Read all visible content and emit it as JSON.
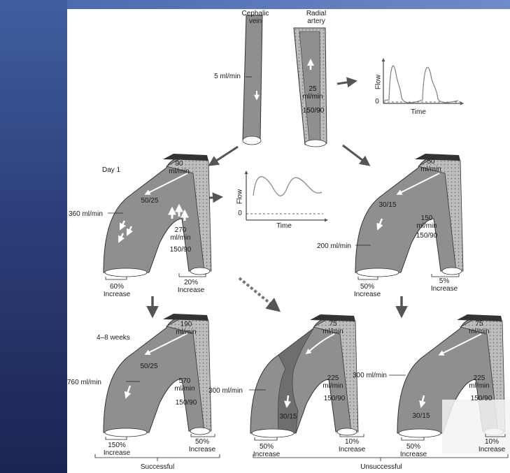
{
  "colors": {
    "vessel": "#8f8f8f",
    "vessel_dark": "#6e6e6e",
    "wall": "#bdbdbd",
    "arrow": "#555555",
    "sidebar": "#2d3f7a"
  },
  "top": {
    "vein_title": "Cephalic\nvein",
    "artery_title": "Radial\nartery",
    "vein_flow": "5 ml/min",
    "artery_flow": "25\nml/min",
    "artery_pressure": "150/90"
  },
  "graph1": {
    "ylabel": "Flow",
    "xlabel": "Time",
    "zero": "0"
  },
  "graph2": {
    "ylabel": "Flow",
    "xlabel": "Time",
    "zero": "0"
  },
  "day1": {
    "title": "Day 1",
    "top_flow": "90\nml/min",
    "vein_pressure": "50/25",
    "vein_flow": "360 ml/min",
    "artery_flow": "270\nml/min",
    "artery_pressure": "150/90",
    "vein_increase": "60%\nIncrease",
    "artery_increase": "20%\nIncrease"
  },
  "right1": {
    "top_flow": "50\nml/min",
    "vein_pressure": "30/15",
    "artery_flow": "150\nml/min",
    "artery_pressure": "150/90",
    "vein_flow": "200 ml/min",
    "vein_increase": "50%\nIncrease",
    "artery_increase": "5%\nIncrease"
  },
  "weeks": {
    "title": "4–8 weeks",
    "top_flow": "190\nml/min",
    "vein_pressure": "50/25",
    "vein_flow": "760 ml/min",
    "artery_flow": "570\nml/min",
    "artery_pressure": "150/90",
    "vein_increase": "150%\nIncrease",
    "artery_increase": "50%\nIncrease"
  },
  "unsuccess1": {
    "top_flow": "75\nml/min",
    "vein_flow": "300 ml/min",
    "artery_flow": "225\nml/min",
    "artery_pressure": "150/90",
    "vein_pressure": "30/15",
    "vein_increase": "50%\nIncrease",
    "artery_increase": "10%\nIncrease"
  },
  "unsuccess2": {
    "top_flow": "75\nml/min",
    "vein_flow": "300 ml/min",
    "artery_flow": "225\nml/min",
    "artery_pressure": "150/90",
    "vein_pressure": "30/15",
    "vein_increase": "50%\nIncrease",
    "artery_increase": "10%\nIncrease"
  },
  "outcomes": {
    "successful": "Successful",
    "unsuccessful": "Unsuccessful"
  }
}
